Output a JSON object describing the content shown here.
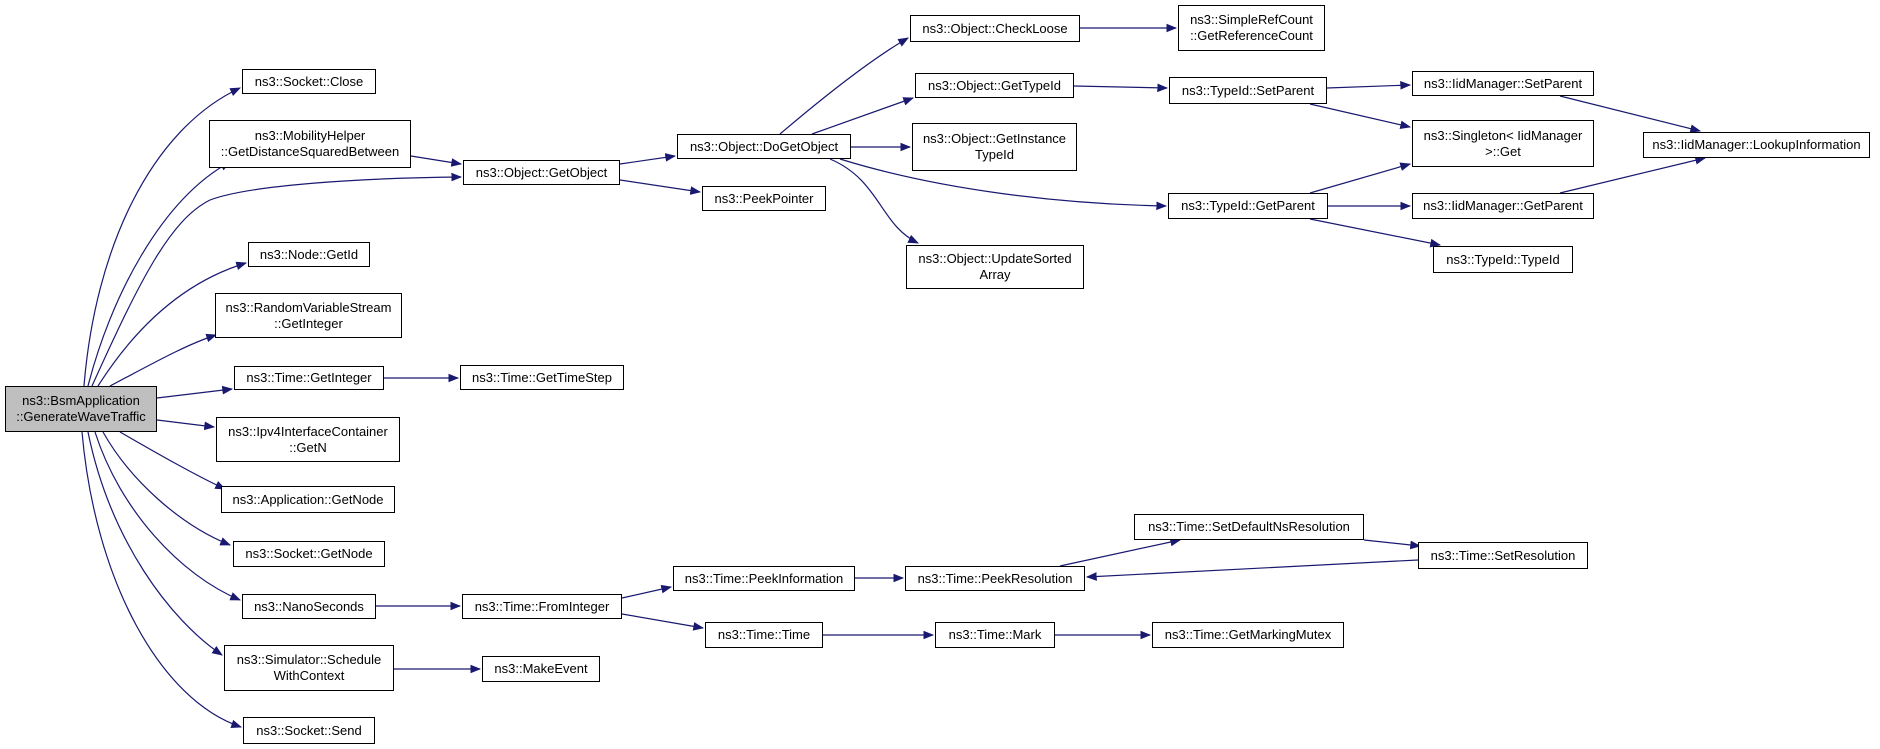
{
  "colors": {
    "edge": "#191970",
    "node_border": "#000000",
    "root_fill": "#bfbfbf",
    "node_fill": "#ffffff"
  },
  "nodes": {
    "root": [
      "ns3::BsmApplication",
      "::GenerateWaveTraffic"
    ],
    "socketClose": [
      "ns3::Socket::Close"
    ],
    "mobility": [
      "ns3::MobilityHelper",
      "::GetDistanceSquaredBetween"
    ],
    "getObject": [
      "ns3::Object::GetObject"
    ],
    "nodeGetId": [
      "ns3::Node::GetId"
    ],
    "rvsGetInteger": [
      "ns3::RandomVariableStream",
      "::GetInteger"
    ],
    "timeGetInteger": [
      "ns3::Time::GetInteger"
    ],
    "ipv4GetN": [
      "ns3::Ipv4InterfaceContainer",
      "::GetN"
    ],
    "appGetNode": [
      "ns3::Application::GetNode"
    ],
    "socketGetNode": [
      "ns3::Socket::GetNode"
    ],
    "nanoSeconds": [
      "ns3::NanoSeconds"
    ],
    "scheduleWithContext": [
      "ns3::Simulator::Schedule",
      "WithContext"
    ],
    "socketSend": [
      "ns3::Socket::Send"
    ],
    "doGetObject": [
      "ns3::Object::DoGetObject"
    ],
    "peekPointer": [
      "ns3::PeekPointer"
    ],
    "getTimeStep": [
      "ns3::Time::GetTimeStep"
    ],
    "fromInteger": [
      "ns3::Time::FromInteger"
    ],
    "makeEvent": [
      "ns3::MakeEvent"
    ],
    "checkLoose": [
      "ns3::Object::CheckLoose"
    ],
    "objGetTypeId": [
      "ns3::Object::GetTypeId"
    ],
    "getInstanceTypeId": [
      "ns3::Object::GetInstance",
      "TypeId"
    ],
    "updateSortedArray": [
      "ns3::Object::UpdateSorted",
      "Array"
    ],
    "getReferenceCount": [
      "ns3::SimpleRefCount",
      "::GetReferenceCount"
    ],
    "typeIdSetParent": [
      "ns3::TypeId::SetParent"
    ],
    "typeIdGetParent": [
      "ns3::TypeId::GetParent"
    ],
    "iidSetParent": [
      "ns3::IidManager::SetParent"
    ],
    "singletonGet": [
      "ns3::Singleton< IidManager",
      ">::Get"
    ],
    "iidGetParent": [
      "ns3::IidManager::GetParent"
    ],
    "typeIdTypeId": [
      "ns3::TypeId::TypeId"
    ],
    "lookupInformation": [
      "ns3::IidManager::LookupInformation"
    ],
    "peekInformation": [
      "ns3::Time::PeekInformation"
    ],
    "timeTime": [
      "ns3::Time::Time"
    ],
    "peekResolution": [
      "ns3::Time::PeekResolution"
    ],
    "timeMark": [
      "ns3::Time::Mark"
    ],
    "setDefaultNsResolution": [
      "ns3::Time::SetDefaultNsResolution"
    ],
    "setResolution": [
      "ns3::Time::SetResolution"
    ],
    "getMarkingMutex": [
      "ns3::Time::GetMarkingMutex"
    ]
  }
}
